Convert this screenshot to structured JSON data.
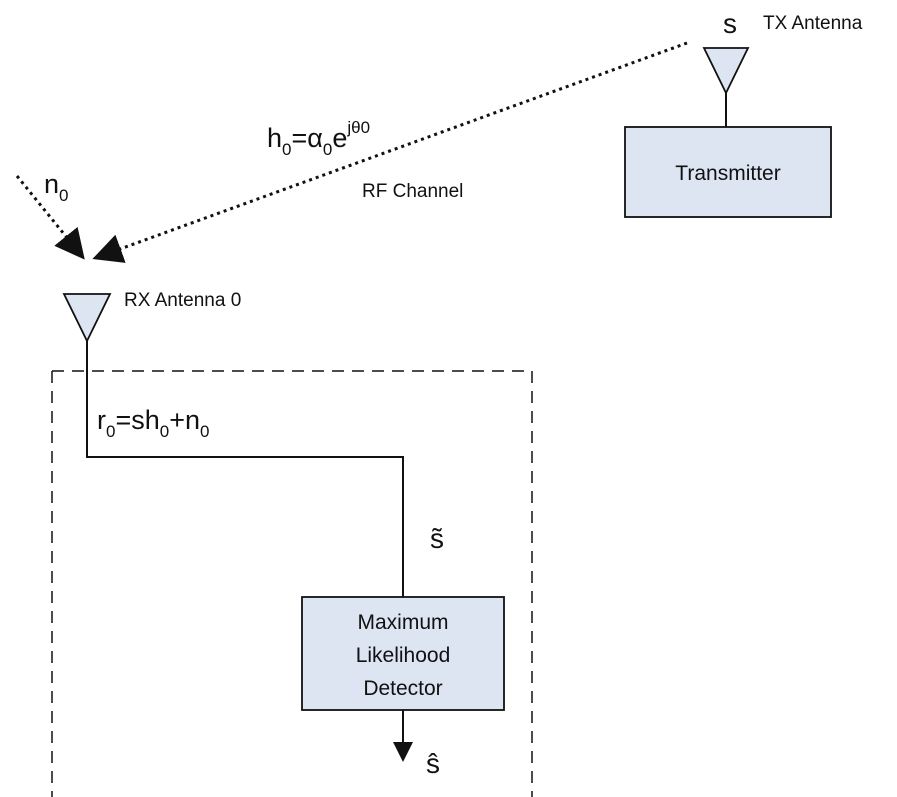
{
  "tx": {
    "symbol": "s",
    "antenna_label": "TX Antenna",
    "block_label": "Transmitter"
  },
  "channel": {
    "coefficient_h": "h",
    "coefficient_sub": "0",
    "coefficient_eq": "=α",
    "coefficient_alpha_sub": "0",
    "coefficient_e": "e",
    "coefficient_exp": "jθ0",
    "label": "RF Channel"
  },
  "noise": {
    "symbol": "n",
    "sub": "0"
  },
  "rx": {
    "antenna_label": "RX Antenna 0",
    "received_r": "r",
    "received_r_sub": "0",
    "received_eq": "=sh",
    "received_h_sub": "0",
    "received_plus": "+n",
    "received_n_sub": "0",
    "combined_symbol": "s̃",
    "detector_lines": [
      "Maximum",
      "Likelihood",
      "Detector"
    ],
    "estimate_symbol": "ŝ"
  },
  "colors": {
    "block_fill": "#dde5f2",
    "antenna_fill": "#dde5f2",
    "stroke": "#111111"
  }
}
